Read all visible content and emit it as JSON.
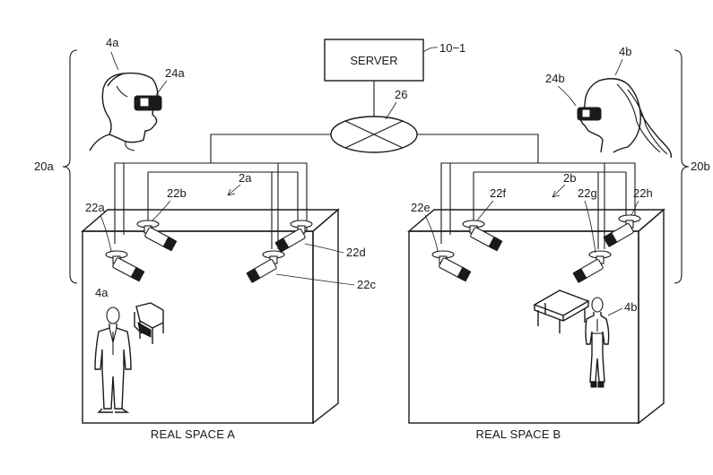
{
  "server": {
    "label": "SERVER",
    "ref": "10−1"
  },
  "network": {
    "ref": "26"
  },
  "users": {
    "a": {
      "person_ref": "4a",
      "hmd_ref": "24a",
      "system_ref": "20a"
    },
    "b": {
      "person_ref": "4b",
      "hmd_ref": "24b",
      "system_ref": "20b"
    }
  },
  "space_a": {
    "ref": "2a",
    "caption": "REAL SPACE A",
    "person_ref": "4a",
    "cameras": [
      "22a",
      "22b",
      "22c",
      "22d"
    ]
  },
  "space_b": {
    "ref": "2b",
    "caption": "REAL SPACE B",
    "person_ref": "4b",
    "cameras": [
      "22e",
      "22f",
      "22g",
      "22h"
    ]
  }
}
